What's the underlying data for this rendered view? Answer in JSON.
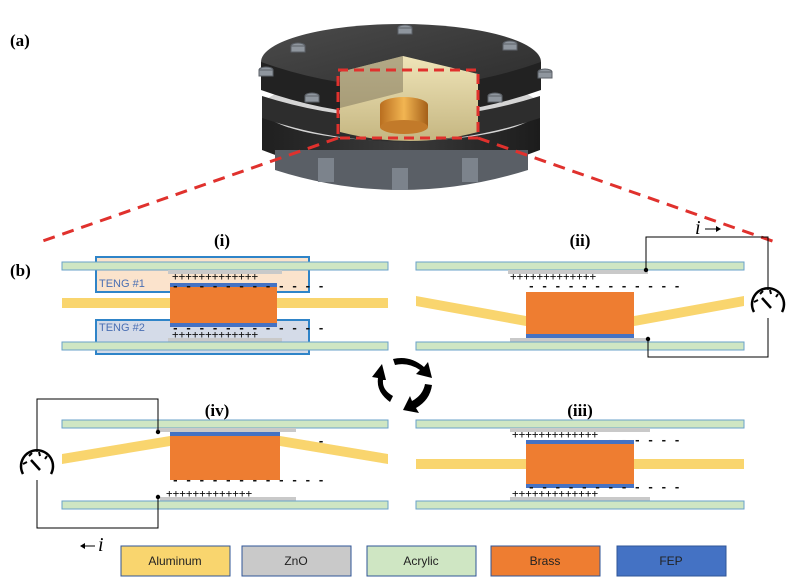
{
  "panel_labels": {
    "a": "(a)",
    "b": "(b)"
  },
  "steps": {
    "i": "(i)",
    "ii": "(ii)",
    "iii": "(iii)",
    "iv": "(iv)"
  },
  "teng_labels": {
    "teng1": "TENG #1",
    "teng2": "TENG #2"
  },
  "current_label": "i",
  "charges": {
    "plus": "+++++++++++++",
    "minus": "- - - - - - - - - - - -"
  },
  "legend": [
    {
      "label": "Aluminum",
      "color": "#f9d56e"
    },
    {
      "label": "ZnO",
      "color": "#c9c9c9"
    },
    {
      "label": "Acrylic",
      "color": "#cfe6c3"
    },
    {
      "label": "Brass",
      "color": "#ee7d31"
    },
    {
      "label": "FEP",
      "color": "#4472c4"
    }
  ],
  "colors": {
    "acrylic_border": "#6aa2c8",
    "dash_red": "#e0312d",
    "teng_box_border": "#2f84c8",
    "teng1_fill": "#fbe3cc",
    "teng2_fill": "#d4dbe8"
  }
}
